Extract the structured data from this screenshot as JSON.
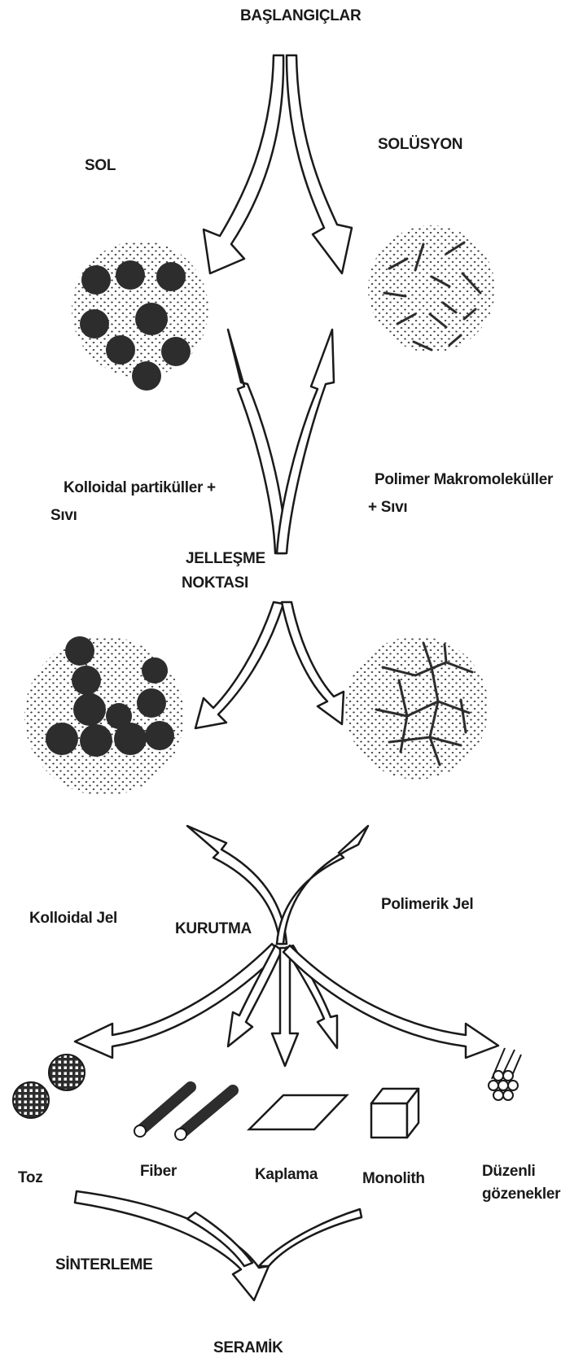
{
  "title": "BAŞLANGIÇLAR",
  "sol": {
    "heading": "SOL",
    "caption_line1": "Kolloidal partiküller +",
    "caption_line2": "Sıvı"
  },
  "solution": {
    "heading": "SOLÜSYON",
    "caption_line1": "Polimer Makromoleküller",
    "caption_line2": "+ Sıvı"
  },
  "gel_point": {
    "line1": "JELLEŞME",
    "line2": "NOKTASI"
  },
  "colloidal_gel": "Kolloidal Jel",
  "polymeric_gel": "Polimerik Jel",
  "drying": "KURUTMA",
  "products": {
    "powder": "Toz",
    "fiber": "Fiber",
    "coating": "Kaplama",
    "monolith": "Monolith",
    "pores_line1": "Düzenli",
    "pores_line2": "gözenekler"
  },
  "sintering": "SİNTERLEME",
  "ceramic": "SERAMİK",
  "colors": {
    "ink": "#1a1a1a",
    "dot": "#3a3a3a",
    "particle": "#2d2d2d",
    "background": "#ffffff"
  }
}
